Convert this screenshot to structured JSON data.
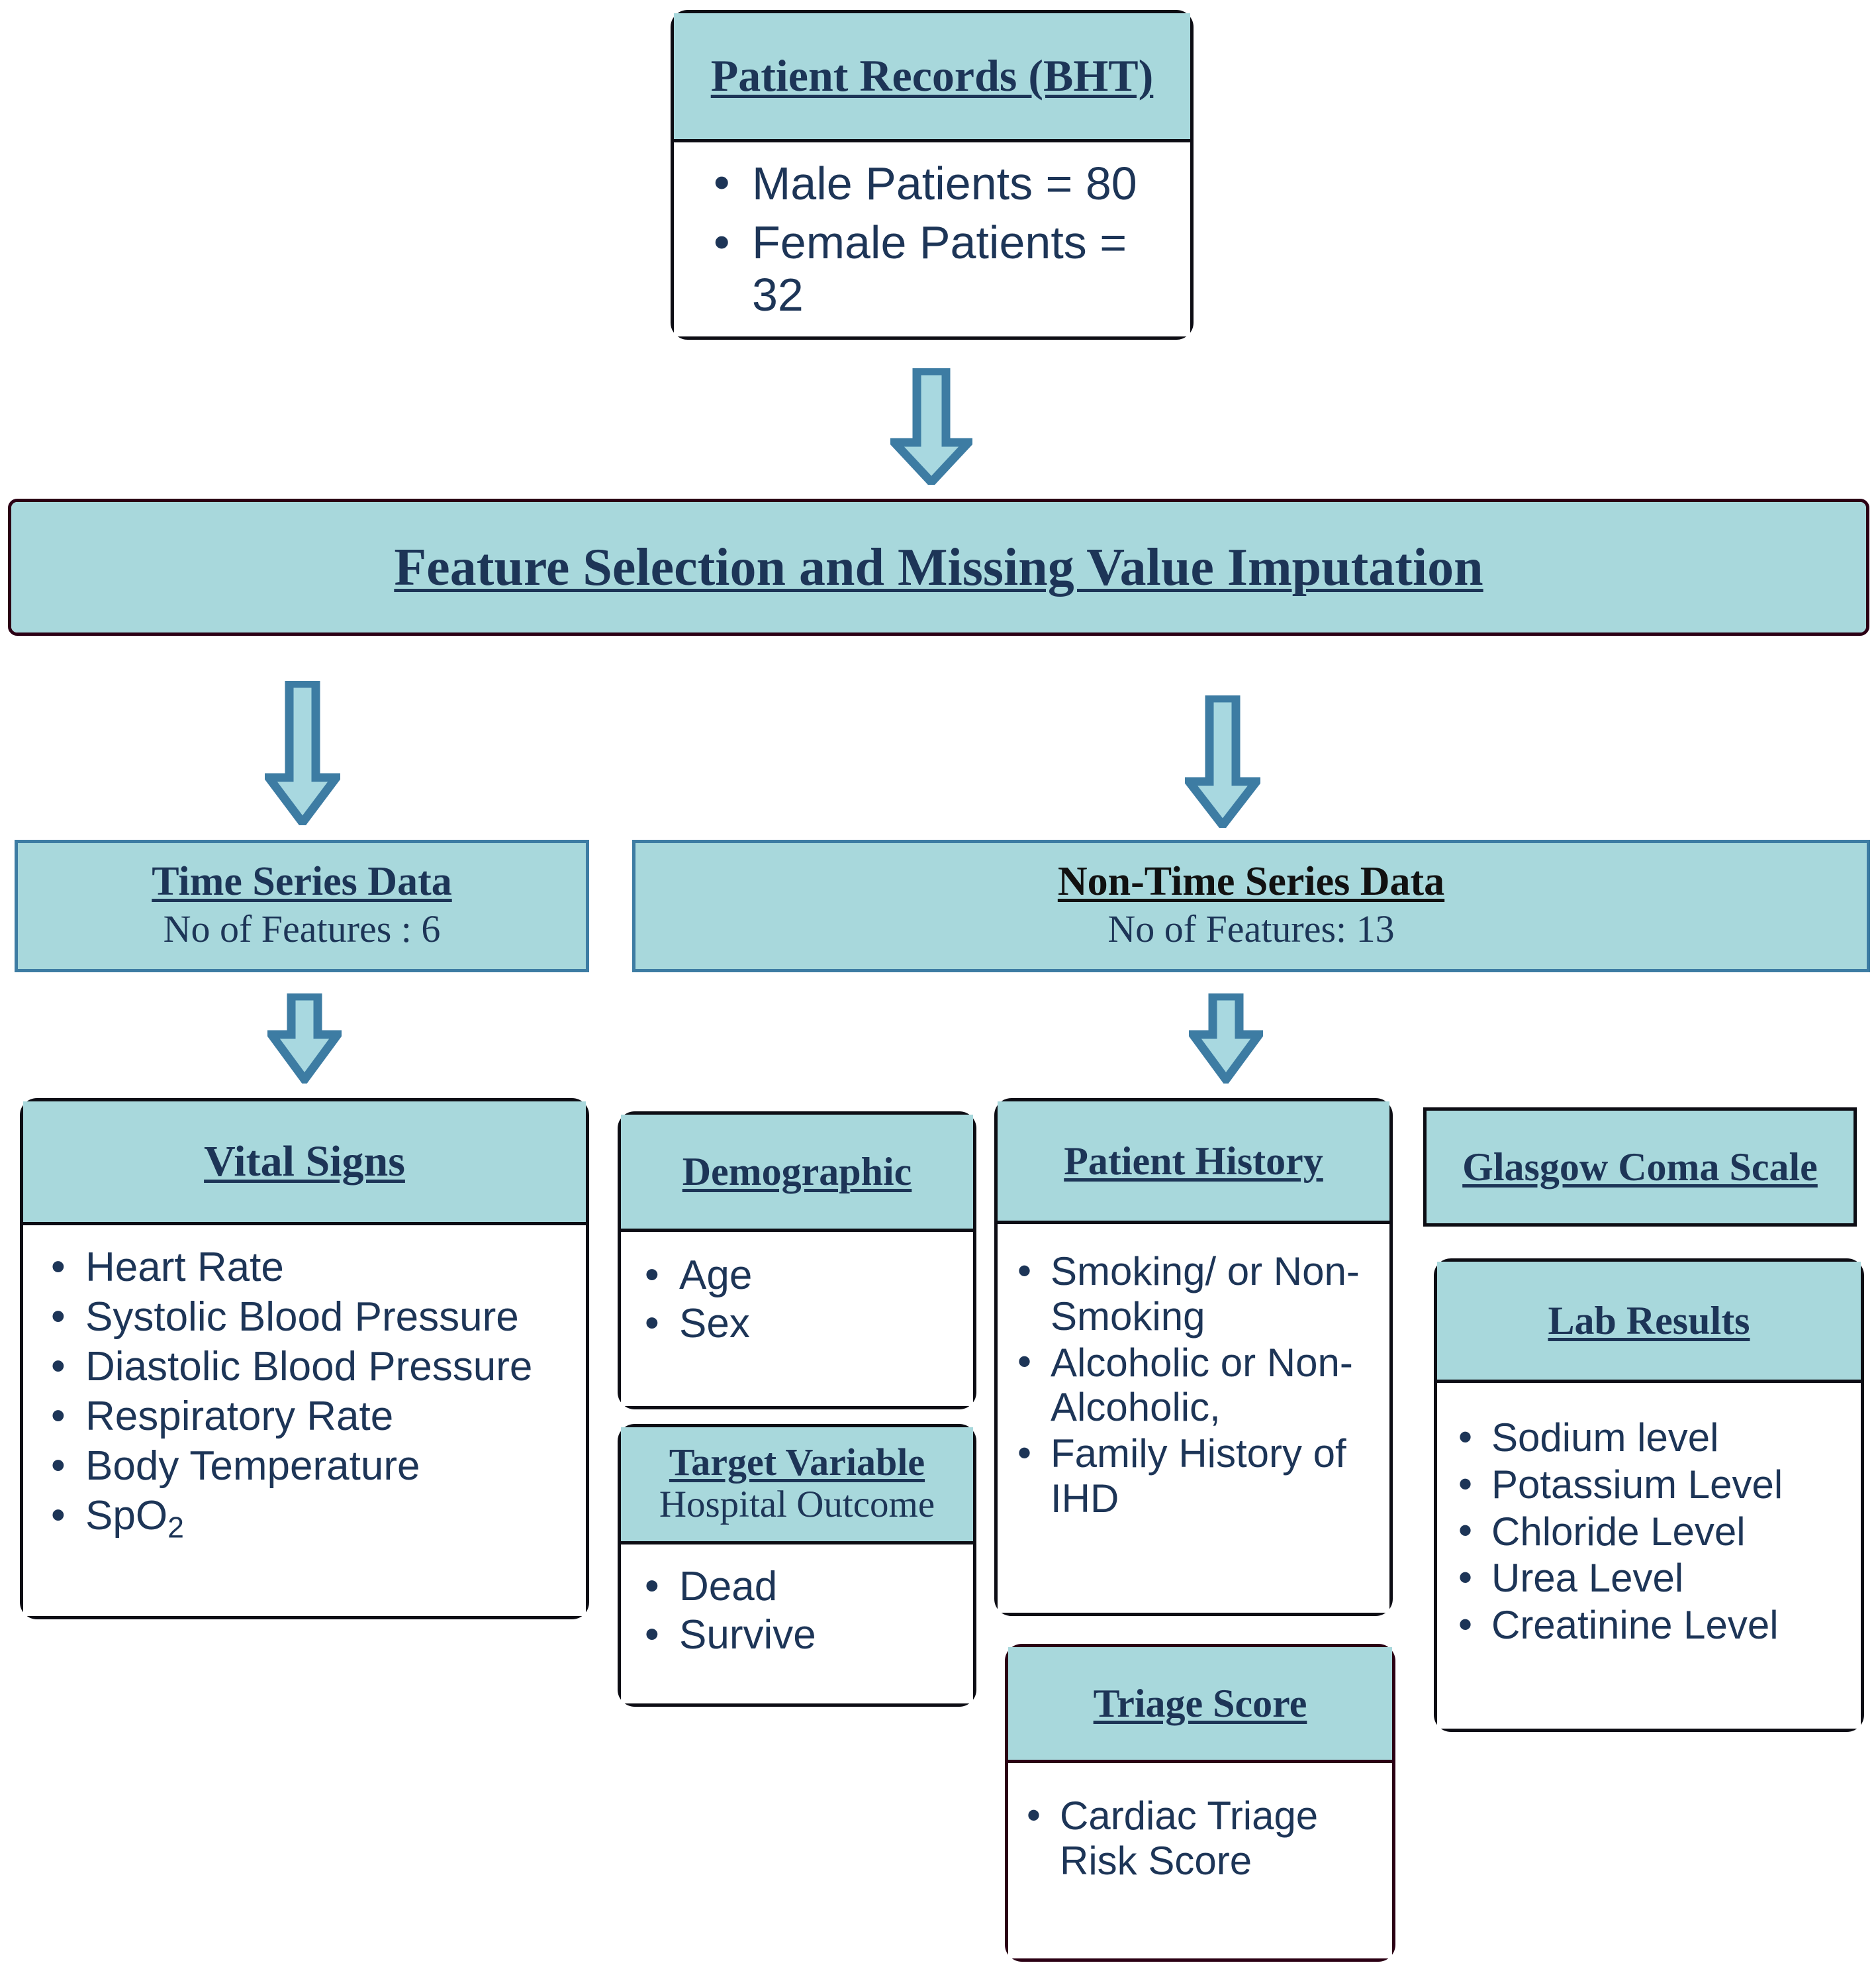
{
  "diagram": {
    "title": "Patient data feature selection pipeline",
    "colors": {
      "header_fill": "#a8d8dc",
      "text": "#1d3557",
      "border_dark": "#0d0d14",
      "border_maroon": "#2b0014",
      "border_steel": "#3d7ca3",
      "arrow_fill": "#a8d8e0",
      "arrow_stroke": "#3d7ca3"
    }
  },
  "patient_records": {
    "title": "Patient Records (BHT)",
    "items": [
      "Male Patients = 80",
      "Female Patients = 32"
    ]
  },
  "feature_selection": {
    "title": "Feature Selection and Missing Value Imputation"
  },
  "time_series": {
    "title": "Time Series Data",
    "subtitle": "No of Features : 6"
  },
  "non_time_series": {
    "title": "Non-Time Series Data",
    "subtitle": "No of Features: 13"
  },
  "vital_signs": {
    "title": "Vital Signs",
    "items": [
      "Heart Rate",
      "Systolic Blood Pressure",
      "Diastolic Blood Pressure",
      "Respiratory Rate",
      "Body Temperature",
      "SpO2"
    ],
    "spo2_base": "SpO",
    "spo2_sub": "2"
  },
  "demographic": {
    "title": "Demographic",
    "items": [
      "Age",
      "Sex"
    ]
  },
  "target_variable": {
    "title": "Target Variable",
    "subtitle": "Hospital Outcome",
    "items": [
      "Dead",
      "Survive"
    ]
  },
  "patient_history": {
    "title": "Patient History",
    "items": [
      "Smoking/ or Non-Smoking",
      "Alcoholic or Non-Alcoholic,",
      "Family History of IHD"
    ]
  },
  "triage_score": {
    "title": "Triage Score",
    "items": [
      "Cardiac Triage Risk Score"
    ]
  },
  "glasgow_coma_scale": {
    "title": "Glasgow Coma Scale"
  },
  "lab_results": {
    "title": "Lab Results",
    "items": [
      "Sodium level",
      "Potassium Level",
      "Chloride Level",
      "Urea Level",
      "Creatinine Level"
    ]
  },
  "arrows": [
    {
      "name": "arrow-records-to-feature"
    },
    {
      "name": "arrow-feature-to-time-series"
    },
    {
      "name": "arrow-feature-to-non-time-series"
    },
    {
      "name": "arrow-time-series-to-vital-signs"
    },
    {
      "name": "arrow-non-time-series-to-categories"
    }
  ]
}
